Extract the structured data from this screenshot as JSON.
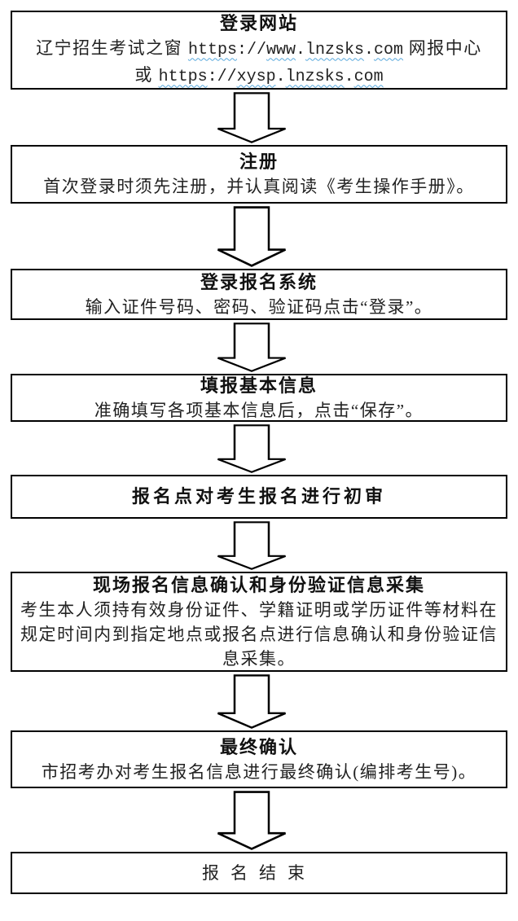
{
  "flow": {
    "steps": [
      {
        "title": "登录网站",
        "line1": {
          "prefix": "辽宁招生考试之窗 ",
          "scheme": "https",
          "sep": "://",
          "w1": "www",
          "d1": ".",
          "w2": "lnzsks",
          "d2": ".",
          "w3": "com",
          "suffix": " 网报中心"
        },
        "line2": {
          "prefix": "或 ",
          "scheme": "https",
          "sep": "://",
          "w1": "xysp",
          "d1": ".",
          "w2": "lnzsks",
          "d2": ".",
          "w3": "com"
        }
      },
      {
        "title": "注册",
        "body": "首次登录时须先注册，并认真阅读《考生操作手册》。"
      },
      {
        "title": "登录报名系统",
        "body": "输入证件号码、密码、验证码点击“登录”。"
      },
      {
        "title": "填报基本信息",
        "body": "准确填写各项基本信息后，点击“保存”。"
      },
      {
        "title": "报名点对考生报名进行初审"
      },
      {
        "title": "现场报名信息确认和身份验证信息采集",
        "body": "考生本人须持有效身份证件、学籍证明或学历证件等材料在规定时间内到指定地点或报名点进行信息确认和身份验证信息采集。"
      },
      {
        "title": "最终确认",
        "body": "市招考办对考生报名信息进行最终确认(编排考生号)。"
      },
      {
        "title": "报名结束"
      }
    ],
    "arrows": {
      "direction": "down",
      "style": "block-outline",
      "count": 7
    },
    "colors": {
      "background": "#ffffff",
      "border": "#000000",
      "text": "#222222",
      "title_text": "#111111",
      "url_squiggle": "#58a8dc"
    }
  }
}
